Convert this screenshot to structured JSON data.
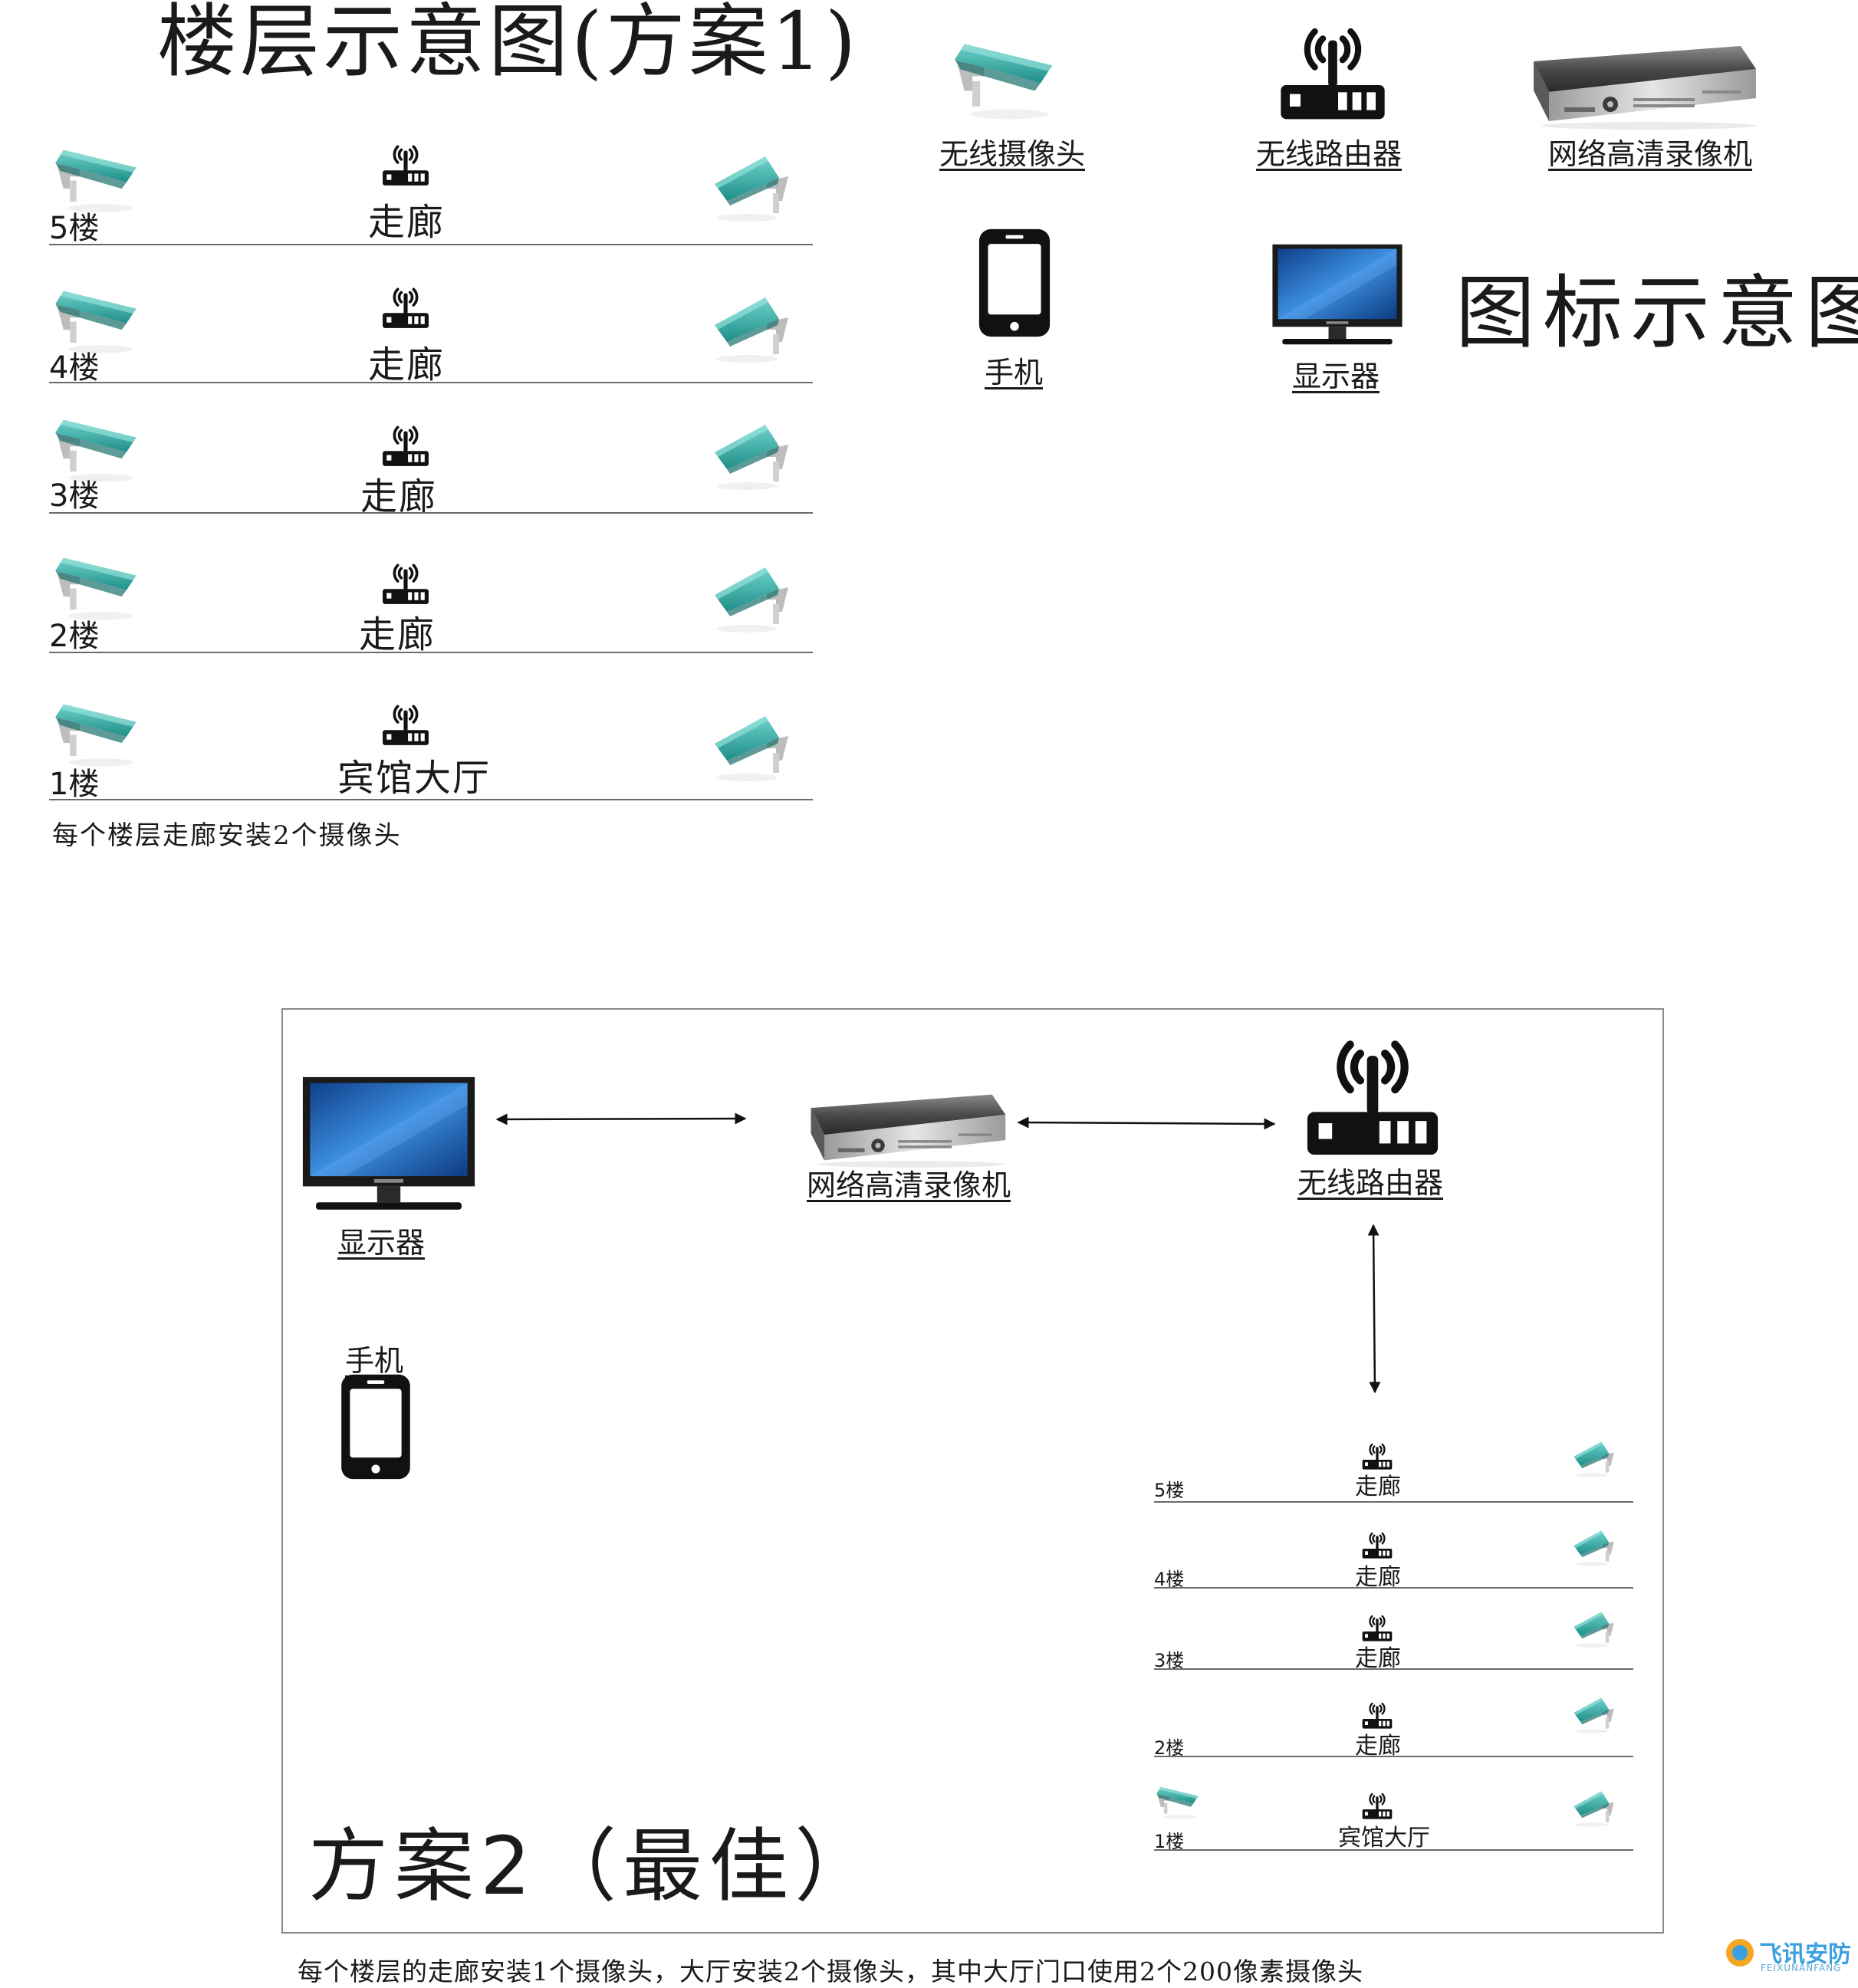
{
  "plan1": {
    "title": "楼层示意图(方案1)",
    "floors": [
      {
        "floor": "5楼",
        "place": "走廊"
      },
      {
        "floor": "4楼",
        "place": "走廊"
      },
      {
        "floor": "3楼",
        "place": "走廊"
      },
      {
        "floor": "2楼",
        "place": "走廊"
      },
      {
        "floor": "1楼",
        "place": "宾馆大厅"
      }
    ],
    "note": "每个楼层走廊安装2个摄像头"
  },
  "legend": {
    "title": "图标示意图",
    "items": {
      "camera": "无线摄像头",
      "router": "无线路由器",
      "nvr": "网络高清录像机",
      "phone": "手机",
      "monitor": "显示器"
    }
  },
  "plan2": {
    "title": "方案2（最佳）",
    "labels": {
      "monitor": "显示器",
      "nvr": "网络高清录像机",
      "router": "无线路由器",
      "phone": "手机"
    },
    "floors": [
      {
        "floor": "5楼",
        "place": "走廊"
      },
      {
        "floor": "4楼",
        "place": "走廊"
      },
      {
        "floor": "3楼",
        "place": "走廊"
      },
      {
        "floor": "2楼",
        "place": "走廊"
      },
      {
        "floor": "1楼",
        "place": "宾馆大厅"
      }
    ],
    "note": "每个楼层的走廊安装1个摄像头，大厅安装2个摄像头，其中大厅门口使用2个200像素摄像头"
  },
  "watermark": {
    "name": "飞讯安防",
    "sub": "FEIXUNANFANG"
  },
  "colors": {
    "camera": "#3fb3ad",
    "camera_dark": "#1f7f7a",
    "mount": "#b9b9b9",
    "ink": "#111111",
    "screen": "#2c78c9"
  }
}
